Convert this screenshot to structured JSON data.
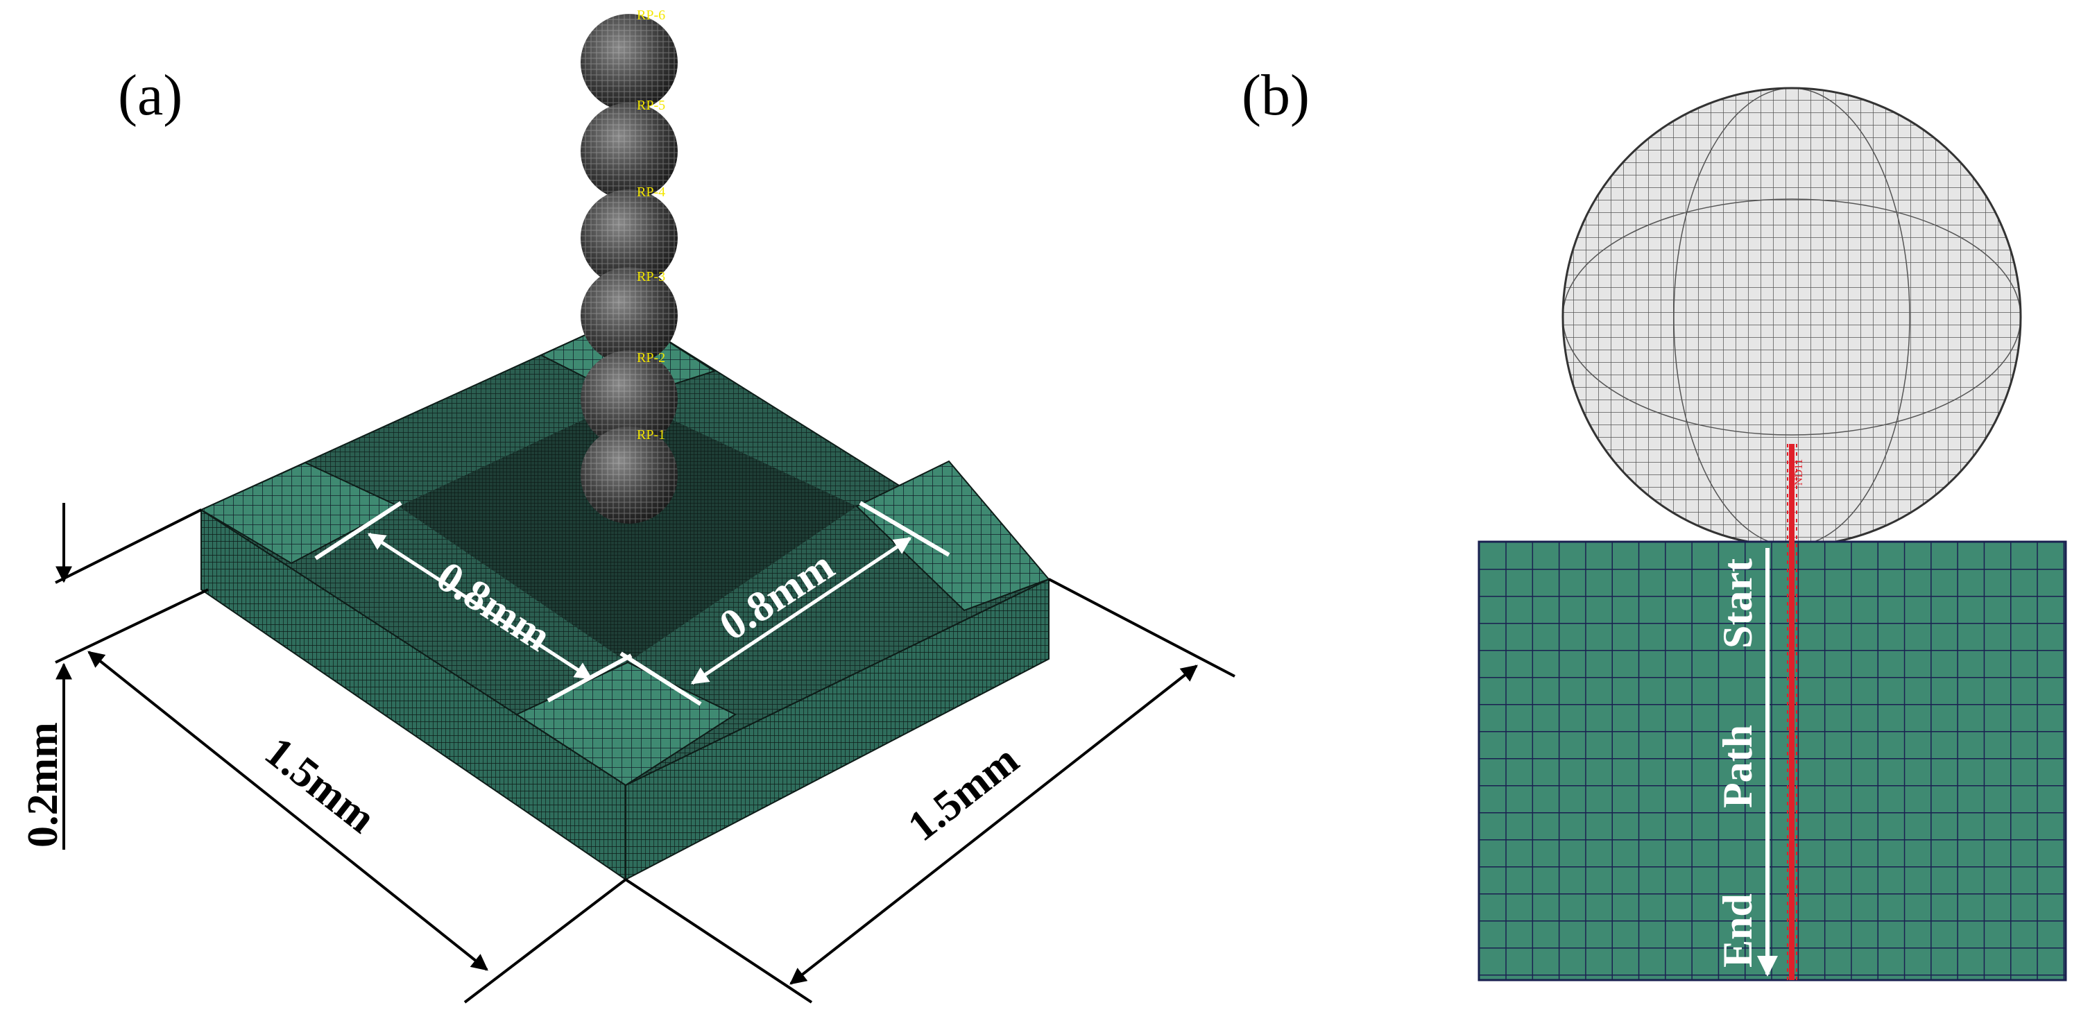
{
  "figure": {
    "panel_a": {
      "label": "(a)",
      "dimensions": {
        "inner_left": "0.8mm",
        "inner_right": "0.8mm",
        "thickness": "0.2mm",
        "width_left": "1.5mm",
        "width_right": "1.5mm"
      },
      "reference_points": [
        "RP-6",
        "RP-5",
        "RP-4",
        "RP-3",
        "RP-2",
        "RP-1"
      ]
    },
    "panel_b": {
      "label": "(b)",
      "path_words": [
        "Start",
        "Path",
        "End"
      ],
      "node_label": "ND11"
    },
    "colors": {
      "mesh_green": "#3f8a72",
      "mesh_line_dark": "#12202a",
      "mesh_line_panel_b": "#1a2050",
      "sphere_gray": "#e6e6e6",
      "highlight_red": "#e0202a",
      "label_yellow": "#f3e600"
    }
  }
}
